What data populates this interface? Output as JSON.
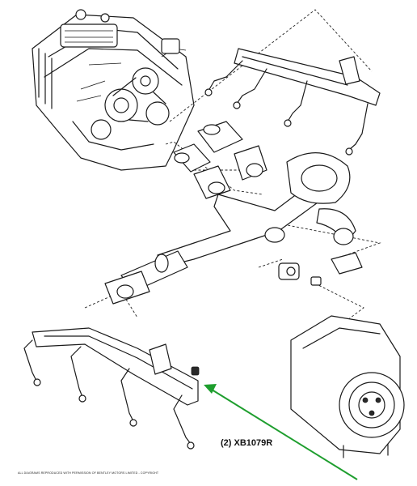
{
  "part_label": "(2) XB1079R",
  "copyright": "ALL DIAGRAMS REPRODUCED WITH PERMISSION OF BENTLEY MOTORS LIMITED - COPYRIGHT",
  "colors": {
    "callout_arrow": "#1e9e2e",
    "line_art": "#1a1a1a"
  },
  "icons": [
    "engine-illustration",
    "cooling-pipe-assembly",
    "water-pump-icon",
    "callout-arrow-icon"
  ]
}
